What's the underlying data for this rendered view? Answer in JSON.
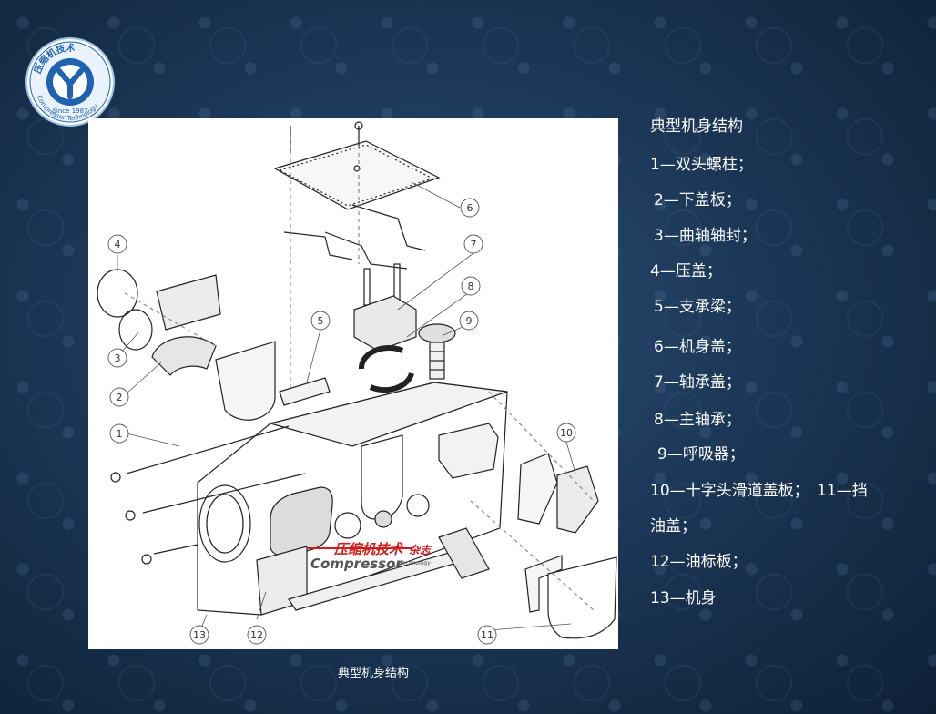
{
  "logo": {
    "top_text": "压缩机技术",
    "since_text": "Since 1987",
    "bottom_text": "Compressor Technology"
  },
  "diagram": {
    "callouts": [
      "1",
      "2",
      "3",
      "4",
      "5",
      "6",
      "7",
      "8",
      "9",
      "10",
      "11",
      "12",
      "13"
    ],
    "watermark_cn": "压缩机技术",
    "watermark_cn_suffix": "杂志",
    "watermark_en": "Compressor",
    "watermark_en_small": "Technology"
  },
  "caption": "典型机身结构",
  "description": {
    "title": "典型机身结构",
    "lines": [
      "1—双头螺柱；",
      "2—下盖板；",
      "3—曲轴轴封；",
      "4—压盖；",
      "5—支承梁；",
      "6—机身盖；",
      "7—轴承盖；",
      "8—主轴承；",
      "9—呼吸器；",
      "10—十字头滑道盖板；　11—挡",
      "油盖；",
      "12—油标板；",
      "13—机身"
    ]
  }
}
